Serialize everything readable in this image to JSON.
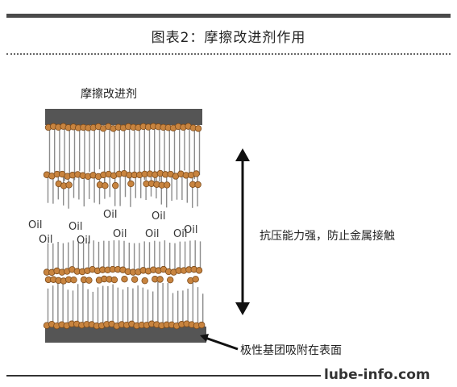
{
  "figure": {
    "title": "图表2：摩擦改进剂作用"
  },
  "diagram": {
    "top_label": "摩擦改进剂",
    "right_label": "抗压能力强，防止金属接触",
    "bottom_label": "极性基团吸附在表面",
    "oil_text": "Oil",
    "colors": {
      "surface": "#555555",
      "head": "#c8843f",
      "head_stroke": "#7a4a1c",
      "tail": "#8c8c8c",
      "arrow": "#111111"
    }
  },
  "watermark": "lube-info.com"
}
